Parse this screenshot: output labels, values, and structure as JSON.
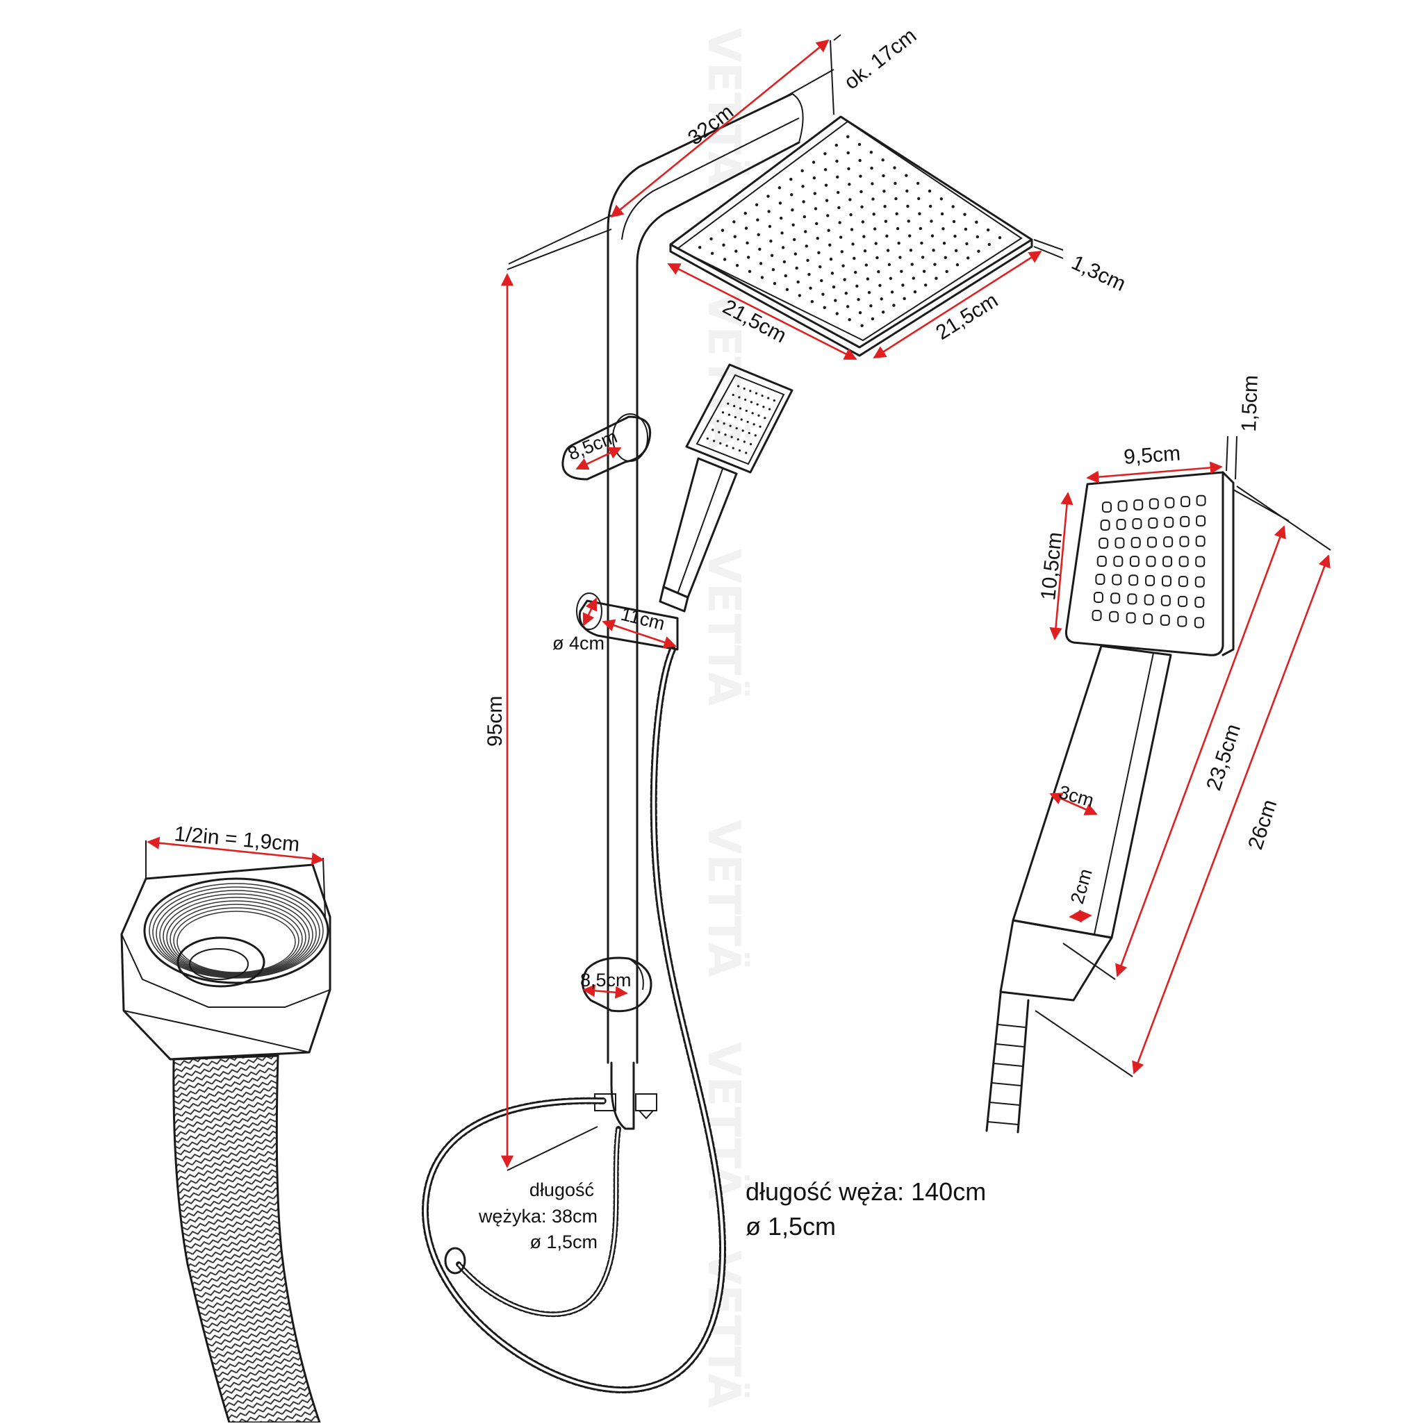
{
  "watermark": "VETTÄ",
  "overhead_shower": {
    "arm_length": "32cm",
    "depth": "ok. 17cm",
    "head_width": "21,5cm",
    "head_depth": "21,5cm",
    "head_thickness": "1,3cm"
  },
  "rail": {
    "height": "95cm",
    "upper_holder": "8,5cm",
    "slider_length": "11cm",
    "slider_diameter": "ø 4cm",
    "lower_holder": "8,5cm"
  },
  "small_hose": {
    "line1": "długość",
    "line2": "wężyka: 38cm",
    "line3": "ø 1,5cm"
  },
  "main_hose": {
    "length_label": "długość węża: 140cm",
    "diameter_label": "ø 1,5cm"
  },
  "hand_shower": {
    "head_width": "9,5cm",
    "head_height": "10,5cm",
    "head_thickness": "1,5cm",
    "handle_width": "3cm",
    "handle_thickness": "2cm",
    "handle_length": "23,5cm",
    "total_length": "26cm"
  },
  "connector": {
    "thread": "1/2in = 1,9cm"
  }
}
